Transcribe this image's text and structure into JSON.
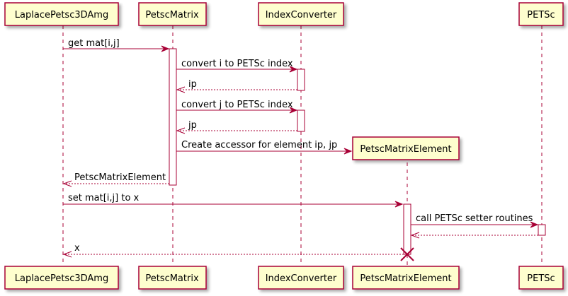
{
  "participants": {
    "laplace": "LaplacePetsc3DAmg",
    "petscmatrix": "PetscMatrix",
    "indexconverter": "IndexConverter",
    "element": "PetscMatrixElement",
    "petsc": "PETSc"
  },
  "messages": [
    "get mat[i,j]",
    "convert i to PETSc index",
    "ip",
    "convert j to PETSc index",
    "jp",
    "Create accessor for element ip, jp",
    "PetscMatrixElement",
    "set mat[i,j] to x",
    "call PETSc setter routines",
    "",
    "x"
  ]
}
